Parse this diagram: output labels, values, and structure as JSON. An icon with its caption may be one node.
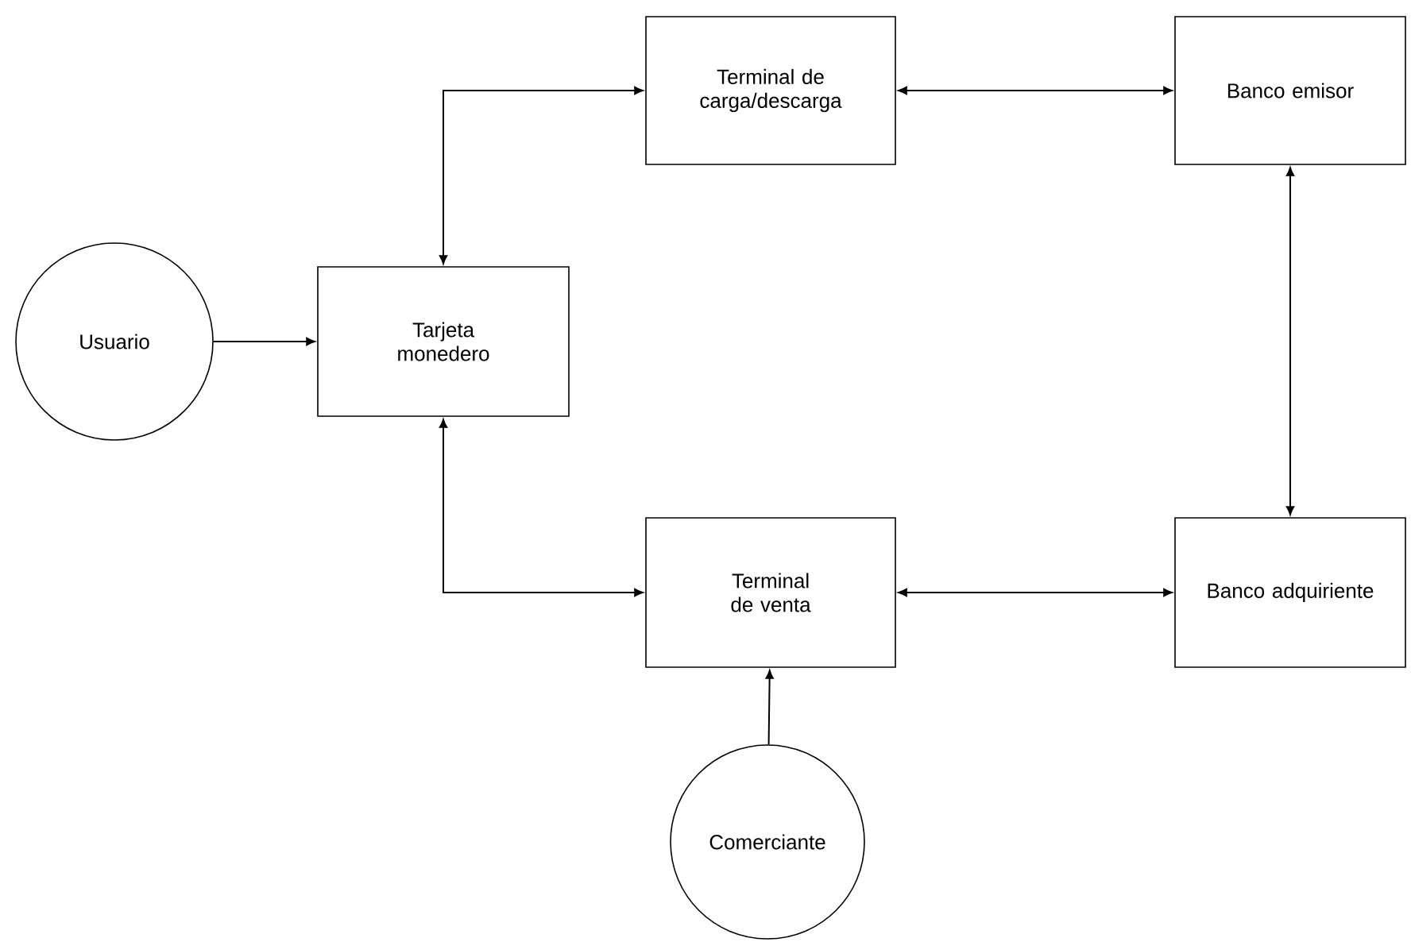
{
  "diagram": {
    "nodes": [
      {
        "text": [
          "Usuario"
        ]
      },
      {
        "text": [
          "Tarjeta monedero"
        ]
      },
      {
        "text": [
          "Terminal de carga/descarga"
        ]
      },
      {
        "text": [
          "Banco emisor"
        ]
      },
      {
        "text": [
          "Terminal de venta"
        ]
      },
      {
        "text": [
          "Banco adquiriente"
        ]
      },
      {
        "text": [
          "Comerciante"
        ]
      }
    ],
    "edges": [
      {
        "from": 0,
        "to": 1,
        "arrow": "to"
      },
      {
        "from": 1,
        "to": 2,
        "arrow": "both"
      },
      {
        "from": 1,
        "to": 4,
        "arrow": "both"
      },
      {
        "from": 2,
        "to": 3,
        "arrow": "both"
      },
      {
        "from": 3,
        "to": 5,
        "arrow": "both"
      },
      {
        "from": 4,
        "to": 5,
        "arrow": "both"
      },
      {
        "from": 6,
        "to": 4,
        "arrow": "to"
      }
    ]
  }
}
